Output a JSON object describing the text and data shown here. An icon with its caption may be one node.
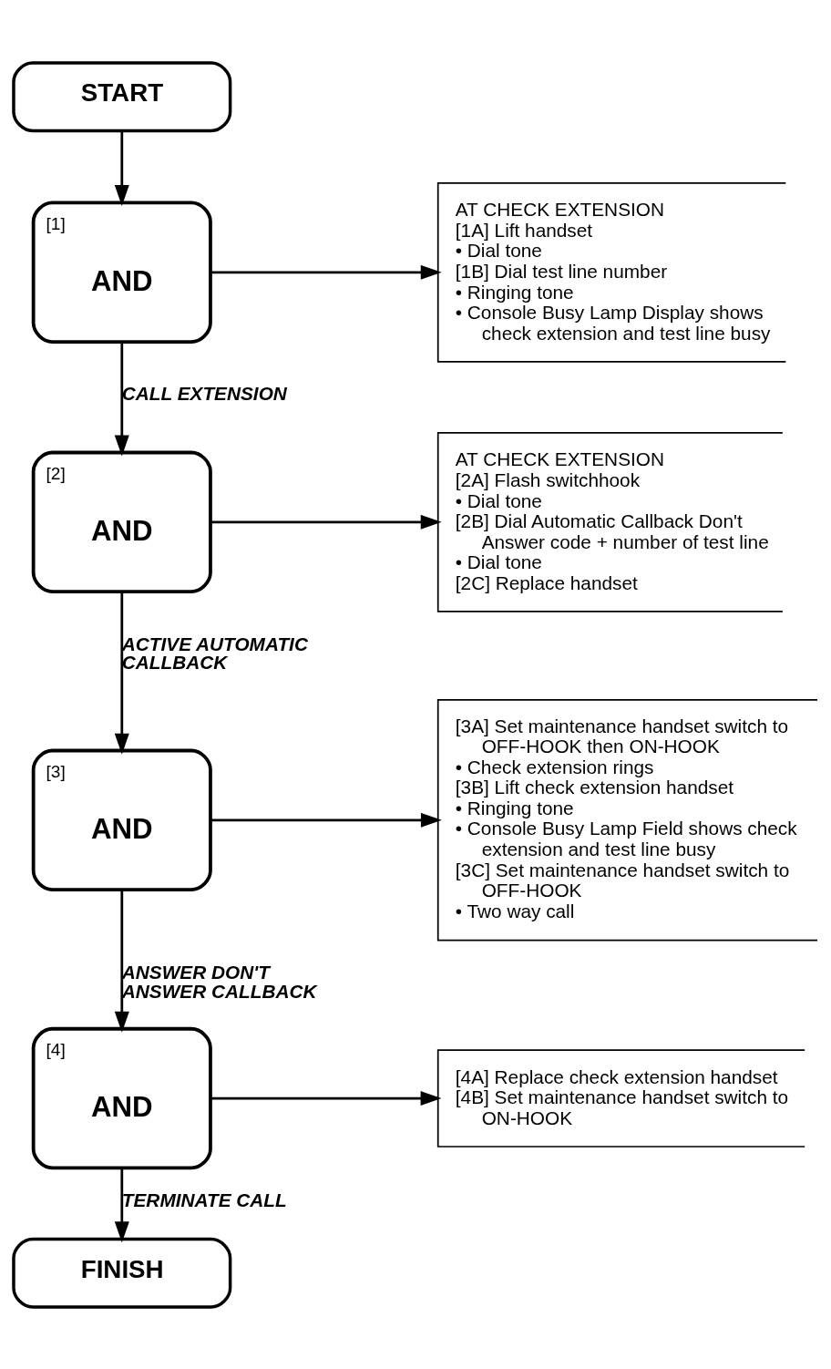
{
  "diagram": {
    "nodes": [
      {
        "text": [
          "START"
        ]
      },
      {
        "text": [
          "AT CHECK EXTENSION",
          "[1A] Lift handset",
          "• Dial tone",
          "[1B] Dial test line number",
          "• Ringing tone",
          "• Console Busy Lamp Display shows check extension and test line busy"
        ]
      },
      {
        "text": [
          "[1]",
          "AND"
        ]
      },
      {
        "text": [
          "AT CHECK EXTENSION",
          "[2A] Flash switchhook",
          "• Dial tone",
          "[2B] Dial Automatic Callback Don't Answer code + number of test line",
          "• Dial tone",
          "[2C] Replace handset"
        ]
      },
      {
        "text": [
          "[2]",
          "AND"
        ]
      },
      {
        "text": [
          "[3A] Set maintenance handset switch to OFF-HOOK then ON-HOOK",
          "• Check extension rings",
          "[3B] Lift check extension handset",
          "• Ringing tone",
          "• Console Busy Lamp Field shows check extension and test line busy",
          "[3C] Set maintenance handset switch to OFF-HOOK",
          "• Two way call"
        ]
      },
      {
        "text": [
          "[3]",
          "AND"
        ]
      },
      {
        "text": [
          "[4A] Replace check extension handset",
          "[4B] Set maintenance handset switch to ON-HOOK"
        ]
      },
      {
        "text": [
          "[4]",
          "AND"
        ]
      },
      {
        "text": [
          "FINISH"
        ]
      }
    ],
    "edges": [
      {
        "from": 0,
        "to": 2,
        "arrow": "to"
      },
      {
        "from": 2,
        "to": 1,
        "arrow": "to"
      },
      {
        "from": 2,
        "to": 4,
        "arrow": "to",
        "label": "CALL EXTENSION"
      },
      {
        "from": 4,
        "to": 3,
        "arrow": "to"
      },
      {
        "from": 4,
        "to": 6,
        "arrow": "to",
        "label": "ACTIVE AUTOMATIC CALLBACK"
      },
      {
        "from": 6,
        "to": 5,
        "arrow": "to"
      },
      {
        "from": 6,
        "to": 8,
        "arrow": "to",
        "label": "ANSWER DON'T ANSWER CALLBACK"
      },
      {
        "from": 8,
        "to": 7,
        "arrow": "to"
      },
      {
        "from": 8,
        "to": 9,
        "arrow": "to",
        "label": "TERMINATE CALL"
      }
    ]
  }
}
